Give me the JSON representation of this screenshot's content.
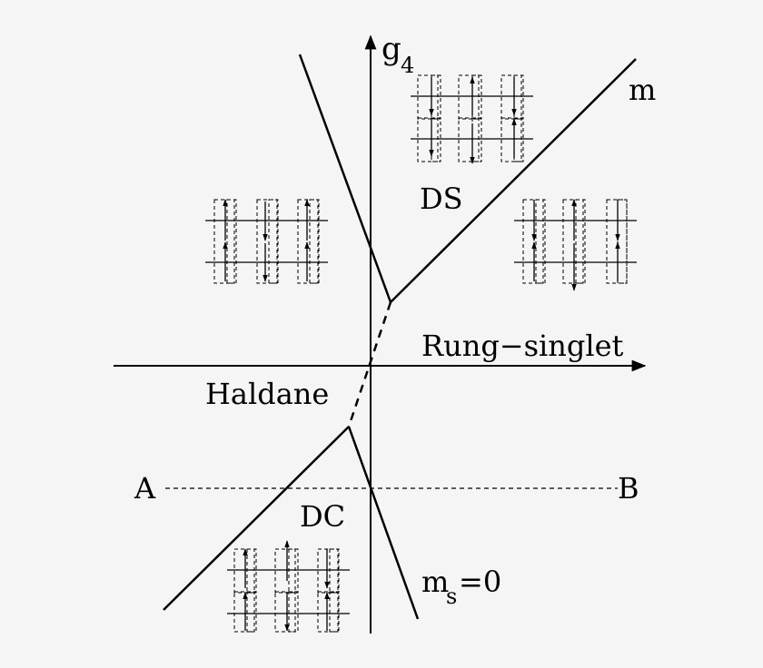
{
  "diagram": {
    "axis_y_label": "g",
    "axis_y_sub": "4",
    "axis_x_label": "Rung−singlet",
    "phase_ds": "DS",
    "phase_dc": "DC",
    "phase_haldane": "Haldane",
    "line_top_label": "m",
    "line_bottom_label_main": "m",
    "line_bottom_label_sub": "s",
    "line_bottom_label_tail": "=0",
    "point_a": "A",
    "point_b": "B"
  }
}
